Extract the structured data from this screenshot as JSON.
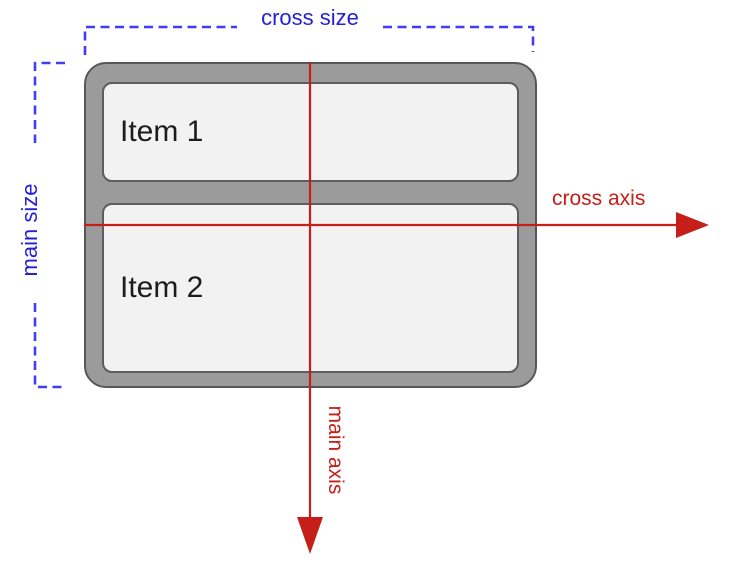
{
  "diagram": {
    "size_labels": {
      "cross": "cross size",
      "main": "main size"
    },
    "axis_labels": {
      "cross": "cross axis",
      "main": "main axis"
    },
    "container": {
      "items": [
        {
          "label": "Item 1"
        },
        {
          "label": "Item 2"
        }
      ]
    },
    "colors": {
      "background": "#ffffff",
      "blue_text": "#2520d8",
      "blue_dash": "#423df2",
      "red": "#c61e18",
      "container_fill": "#9b9b9b",
      "container_border": "#57575a",
      "item_fill": "#f2f2f2",
      "item_border": "#5d5d5f",
      "item_text": "#1c1c1c"
    }
  }
}
